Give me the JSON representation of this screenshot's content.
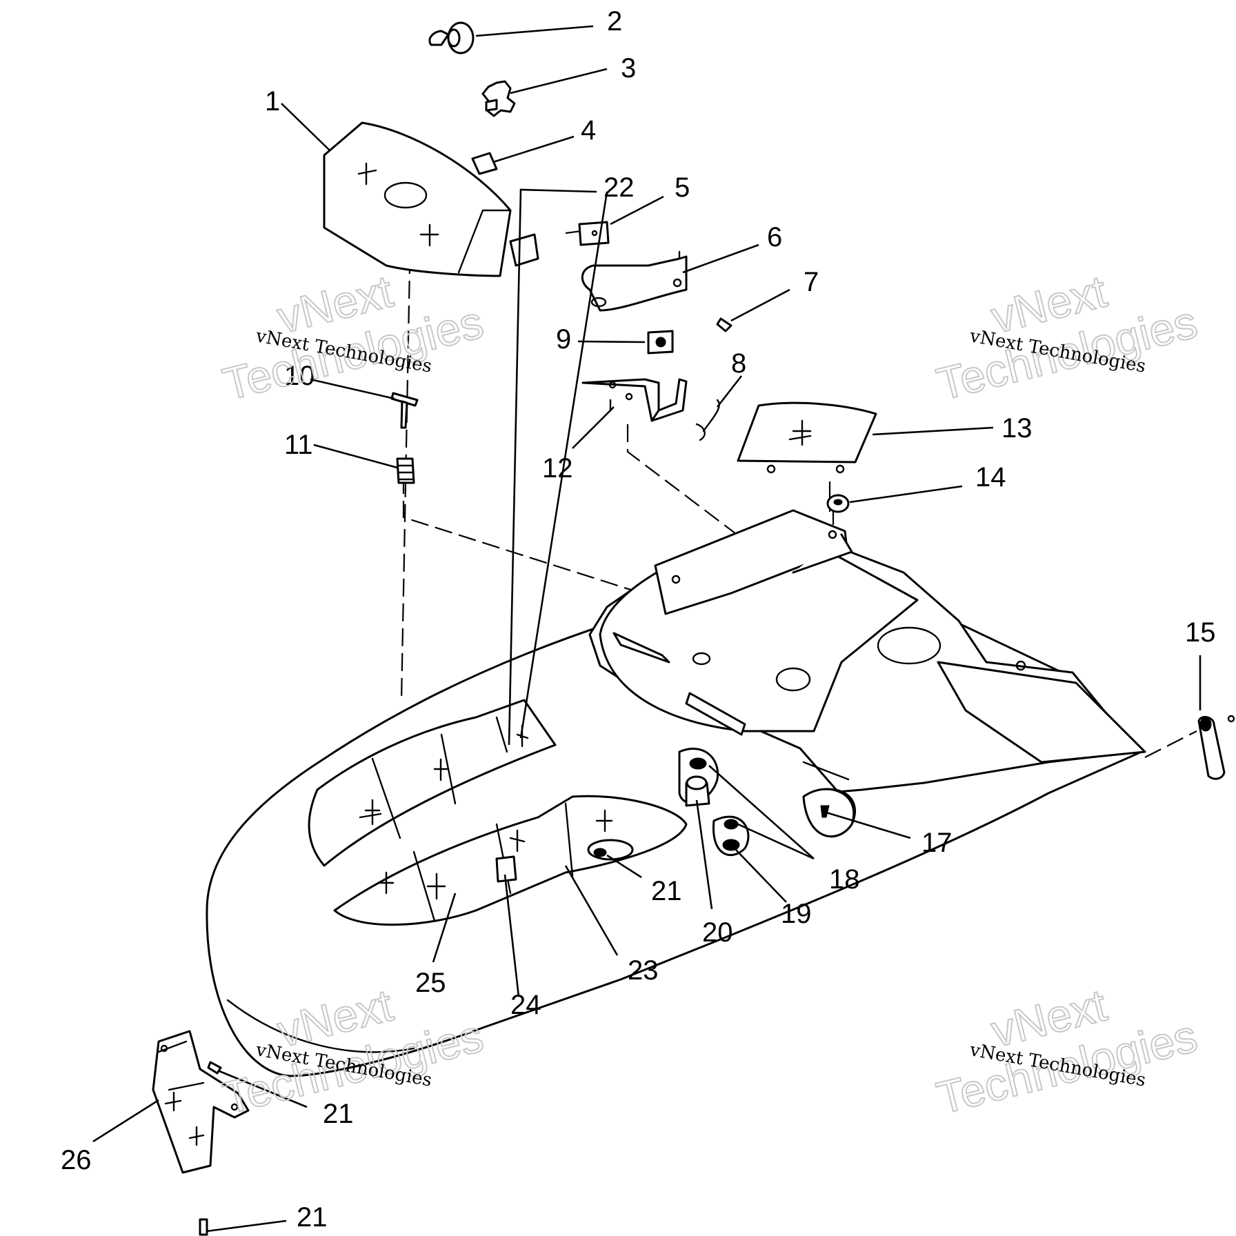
{
  "callouts": [
    {
      "id": "1",
      "text": "1"
    },
    {
      "id": "2",
      "text": "2"
    },
    {
      "id": "3",
      "text": "3"
    },
    {
      "id": "4",
      "text": "4"
    },
    {
      "id": "5",
      "text": "5"
    },
    {
      "id": "6",
      "text": "6"
    },
    {
      "id": "7",
      "text": "7"
    },
    {
      "id": "8",
      "text": "8"
    },
    {
      "id": "9",
      "text": "9"
    },
    {
      "id": "10",
      "text": "10"
    },
    {
      "id": "11",
      "text": "11"
    },
    {
      "id": "12",
      "text": "12"
    },
    {
      "id": "13",
      "text": "13"
    },
    {
      "id": "14",
      "text": "14"
    },
    {
      "id": "15",
      "text": "15"
    },
    {
      "id": "17",
      "text": "17"
    },
    {
      "id": "18",
      "text": "18"
    },
    {
      "id": "19",
      "text": "19"
    },
    {
      "id": "20",
      "text": "20"
    },
    {
      "id": "21a",
      "text": "21"
    },
    {
      "id": "21b",
      "text": "21"
    },
    {
      "id": "21c",
      "text": "21"
    },
    {
      "id": "22",
      "text": "22"
    },
    {
      "id": "23",
      "text": "23"
    },
    {
      "id": "24",
      "text": "24"
    },
    {
      "id": "25",
      "text": "25"
    },
    {
      "id": "26",
      "text": "26"
    }
  ],
  "watermark": {
    "line_small": "vNext Technologies",
    "line_big_1": "vNext",
    "line_big_2": "Technologies"
  }
}
